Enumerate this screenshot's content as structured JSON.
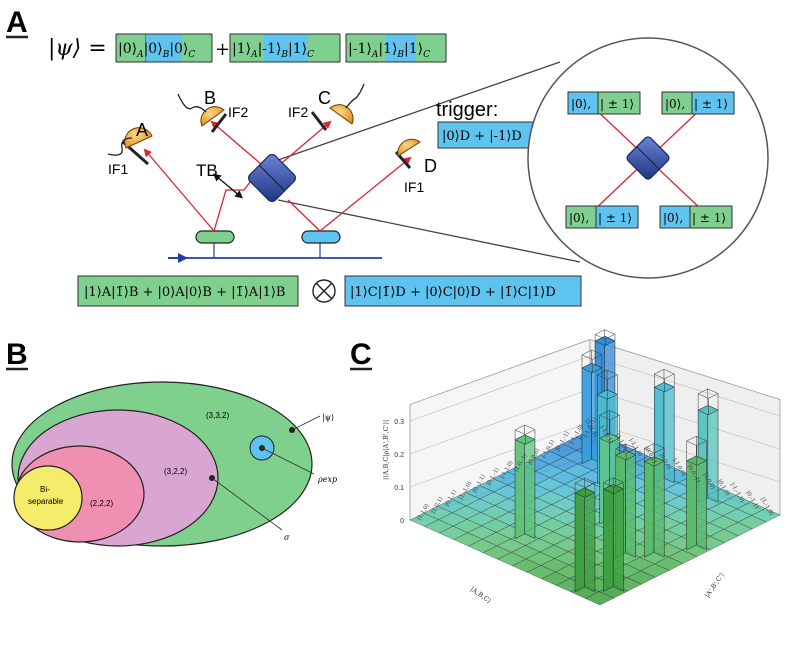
{
  "colors": {
    "green": "#7fcf8f",
    "blue": "#5ec3ef",
    "beam": "#d9262e",
    "bs_dark": "#26408c",
    "bs_light": "#5b73c2",
    "detector": "#f2a93b",
    "pump": "#1f3fb0",
    "ellipse_outer": "#7fd08c",
    "ellipse_mid": "#d9a6d2",
    "ellipse_inner": "#ef8fb2",
    "ellipse_core": "#f4ec6a",
    "rho_circle": "#5ec3ef"
  },
  "panelA": {
    "letter": "A",
    "psi": "|ψ⟩ =",
    "term1": [
      "|0⟩",
      "A",
      "|0⟩",
      "B",
      "|0⟩",
      "C"
    ],
    "term2": [
      "|1⟩",
      "A",
      "|-1⟩",
      "B",
      "|1⟩",
      "C"
    ],
    "term3": [
      "|-1⟩",
      "A",
      "|1⟩",
      "B",
      "|1⟩",
      "C"
    ],
    "plus": "+",
    "det_A": "A",
    "det_B": "B",
    "det_C": "C",
    "det_D": "D",
    "if1_left": "IF1",
    "if2_left": "IF2",
    "if2_right": "IF2",
    "if1_right": "IF1",
    "tb": "TB",
    "trigger_label": "trigger:",
    "trigger_state": "|0⟩D + |-1⟩D",
    "state_left": "|1⟩A|1̄⟩B + |0⟩A|0⟩B + |1̄⟩A|1⟩B",
    "otimes": "⊗",
    "state_right": "|1⟩C|1̄⟩D + |0⟩C|0⟩D + |1̄⟩C|1⟩D",
    "zoom_tl": [
      "|0⟩,",
      "| ± 1⟩"
    ],
    "zoom_tr": [
      "|0⟩,",
      "| ± 1⟩"
    ],
    "zoom_bl": [
      "|0⟩,",
      "| ± 1⟩"
    ],
    "zoom_br": [
      "|0⟩,",
      "| ± 1⟩"
    ]
  },
  "panelB": {
    "letter": "B",
    "outer": "(3,3,2)",
    "mid": "(3,2,2)",
    "inner": "(2,2,2)",
    "core": "Bi-\nseparable",
    "core_line1": "Bi-",
    "core_line2": "separable",
    "psi": "|ψ⟩",
    "rho": "ρexp",
    "sigma": "σ"
  },
  "panelC": {
    "letter": "C",
    "zlabel": "|⟨A,B,C|ρ|A',B',C'⟩|",
    "ztick_labels": [
      "0",
      "0.1",
      "0.2",
      "0.3"
    ],
    "left_axis_label": "|A,B,C⟩",
    "right_axis_label": "|A',B',C'⟩",
    "left_ticks": [
      "|1,-1,0⟩",
      "|0,-1,1⟩",
      "|-1,-1,0⟩",
      "|0,1,0⟩",
      "|1,0,0⟩",
      "|0,0,-1⟩",
      "|-1,0,0⟩",
      "|0,0,0⟩",
      "|0,0,1⟩",
      "|-1,1,0⟩",
      "|1,1,0⟩",
      "|-1,0,1⟩",
      "|1,-1,1⟩"
    ],
    "right_ticks": [
      "|1,1,0⟩",
      "|1,0,1⟩",
      "|0,1,1⟩",
      "|1,-1,0⟩",
      "|0,-1,1⟩",
      "|0,1,-1⟩",
      "|-1,1,0⟩",
      "|1,0,-1⟩",
      "|0,0,0⟩",
      "|-1,0,1⟩",
      "|0,-1,-1⟩",
      "|-1,-1,0⟩",
      "|-1,0,-1⟩"
    ]
  },
  "chart_data": {
    "type": "bar3d",
    "zlabel": "|⟨A,B,C|ρ|A',B',C'⟩|",
    "zlim": [
      0,
      0.35
    ],
    "zticks": [
      0,
      0.1,
      0.2,
      0.3
    ],
    "bars": [
      {
        "i": 0,
        "j": 1,
        "value": 0.31,
        "ideal": 0.33
      },
      {
        "i": 1,
        "j": 5,
        "value": 0.29,
        "ideal": 0.33
      },
      {
        "i": 0,
        "j": 7,
        "value": 0.27,
        "ideal": 0.33
      },
      {
        "i": 1,
        "j": 0,
        "value": 0.3,
        "ideal": 0.33
      },
      {
        "i": 2,
        "j": 4,
        "value": 0.31,
        "ideal": 0.33
      },
      {
        "i": 3,
        "j": 11,
        "value": 0.28,
        "ideal": 0.33
      },
      {
        "i": 5,
        "j": 6,
        "value": 0.26,
        "ideal": 0.33
      },
      {
        "i": 6,
        "j": 11,
        "value": 0.29,
        "ideal": 0.33
      },
      {
        "i": 7,
        "j": 2,
        "value": 0.3,
        "ideal": 0.33
      },
      {
        "i": 8,
        "j": 9,
        "value": 0.27,
        "ideal": 0.33
      },
      {
        "i": 10,
        "j": 10,
        "value": 0.29,
        "ideal": 0.33
      },
      {
        "i": 11,
        "j": 12,
        "value": 0.31,
        "ideal": 0.33
      }
    ]
  }
}
